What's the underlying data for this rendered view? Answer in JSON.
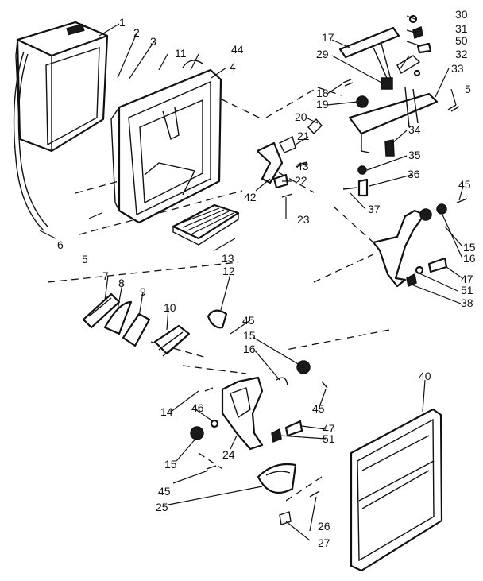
{
  "diagram": {
    "labels": [
      "1",
      "2",
      "3",
      "11",
      "44",
      "4",
      "17",
      "29",
      "30",
      "31",
      "50",
      "32",
      "33",
      "5",
      "18",
      "19",
      "20",
      "21",
      "34",
      "35",
      "36",
      "43",
      "22",
      "42",
      "23",
      "37",
      "45",
      "6",
      "13",
      "12",
      "15",
      "16",
      "47",
      "51",
      "38",
      "7",
      "8",
      "9",
      "10",
      "14",
      "46",
      "24",
      "25",
      "26",
      "27",
      "40"
    ]
  }
}
